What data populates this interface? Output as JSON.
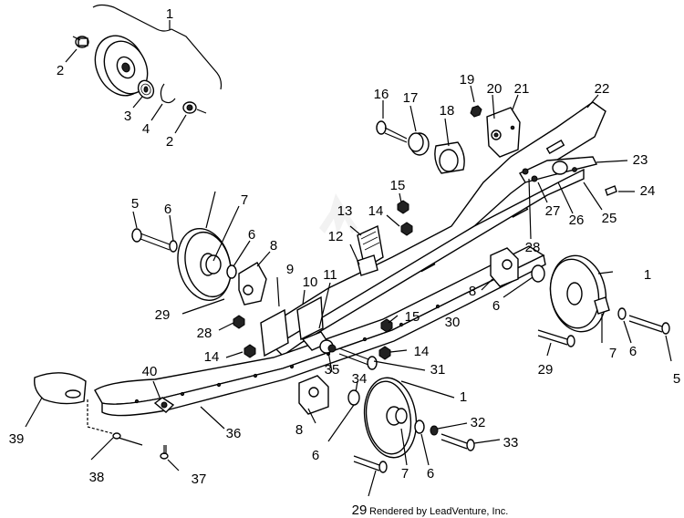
{
  "labels": [
    "1",
    "2",
    "3",
    "4",
    "2",
    "16",
    "17",
    "18",
    "19",
    "20",
    "21",
    "22",
    "23",
    "24",
    "25",
    "26",
    "27",
    "28",
    "15",
    "14",
    "13",
    "12",
    "5",
    "6",
    "7",
    "6",
    "8",
    "9",
    "10",
    "11",
    "30",
    "8",
    "6",
    "1",
    "29",
    "28",
    "29",
    "15",
    "14",
    "31",
    "40",
    "35",
    "34",
    "14",
    "36",
    "1",
    "7",
    "6",
    "5",
    "8",
    "6",
    "32",
    "33",
    "39",
    "38",
    "37",
    "7",
    "6",
    "29"
  ],
  "credit": "Rendered by LeadVenture, Inc."
}
